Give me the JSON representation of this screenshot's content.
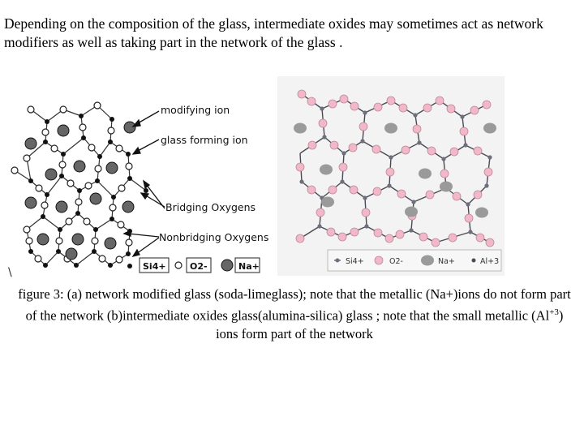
{
  "intro": {
    "text": "Depending on the composition of the glass, intermediate oxides may sometimes act as network modifiers as well as taking part in the network of the glass ."
  },
  "figure_a": {
    "labels": {
      "modifying": "modifying ion",
      "forming": "glass forming ion",
      "bridging": "Bridging Oxygens",
      "nonbridging": "Nonbridging Oxygens"
    },
    "legend": {
      "si": "Si4+",
      "o": "O2-",
      "na": "Na+"
    }
  },
  "figure_b": {
    "legend": {
      "si": "Si4+",
      "o": "O2-",
      "na": "Na+",
      "al": "Al+3"
    },
    "colors": {
      "oxygen": "#f0b8c8",
      "silicon": "#7a7a86",
      "sodium": "#9a9a9a",
      "background": "#f3f3f3"
    }
  },
  "caption": {
    "part1": "figure 3: (a) network modified glass (soda-limeglass); note that the metallic (Na+)ions do not form part of the network (b)intermediate oxides glass(alumina-silica) glass ; note that the small metallic (Al",
    "sup": "+3",
    "part2": ") ions form part of the network"
  }
}
